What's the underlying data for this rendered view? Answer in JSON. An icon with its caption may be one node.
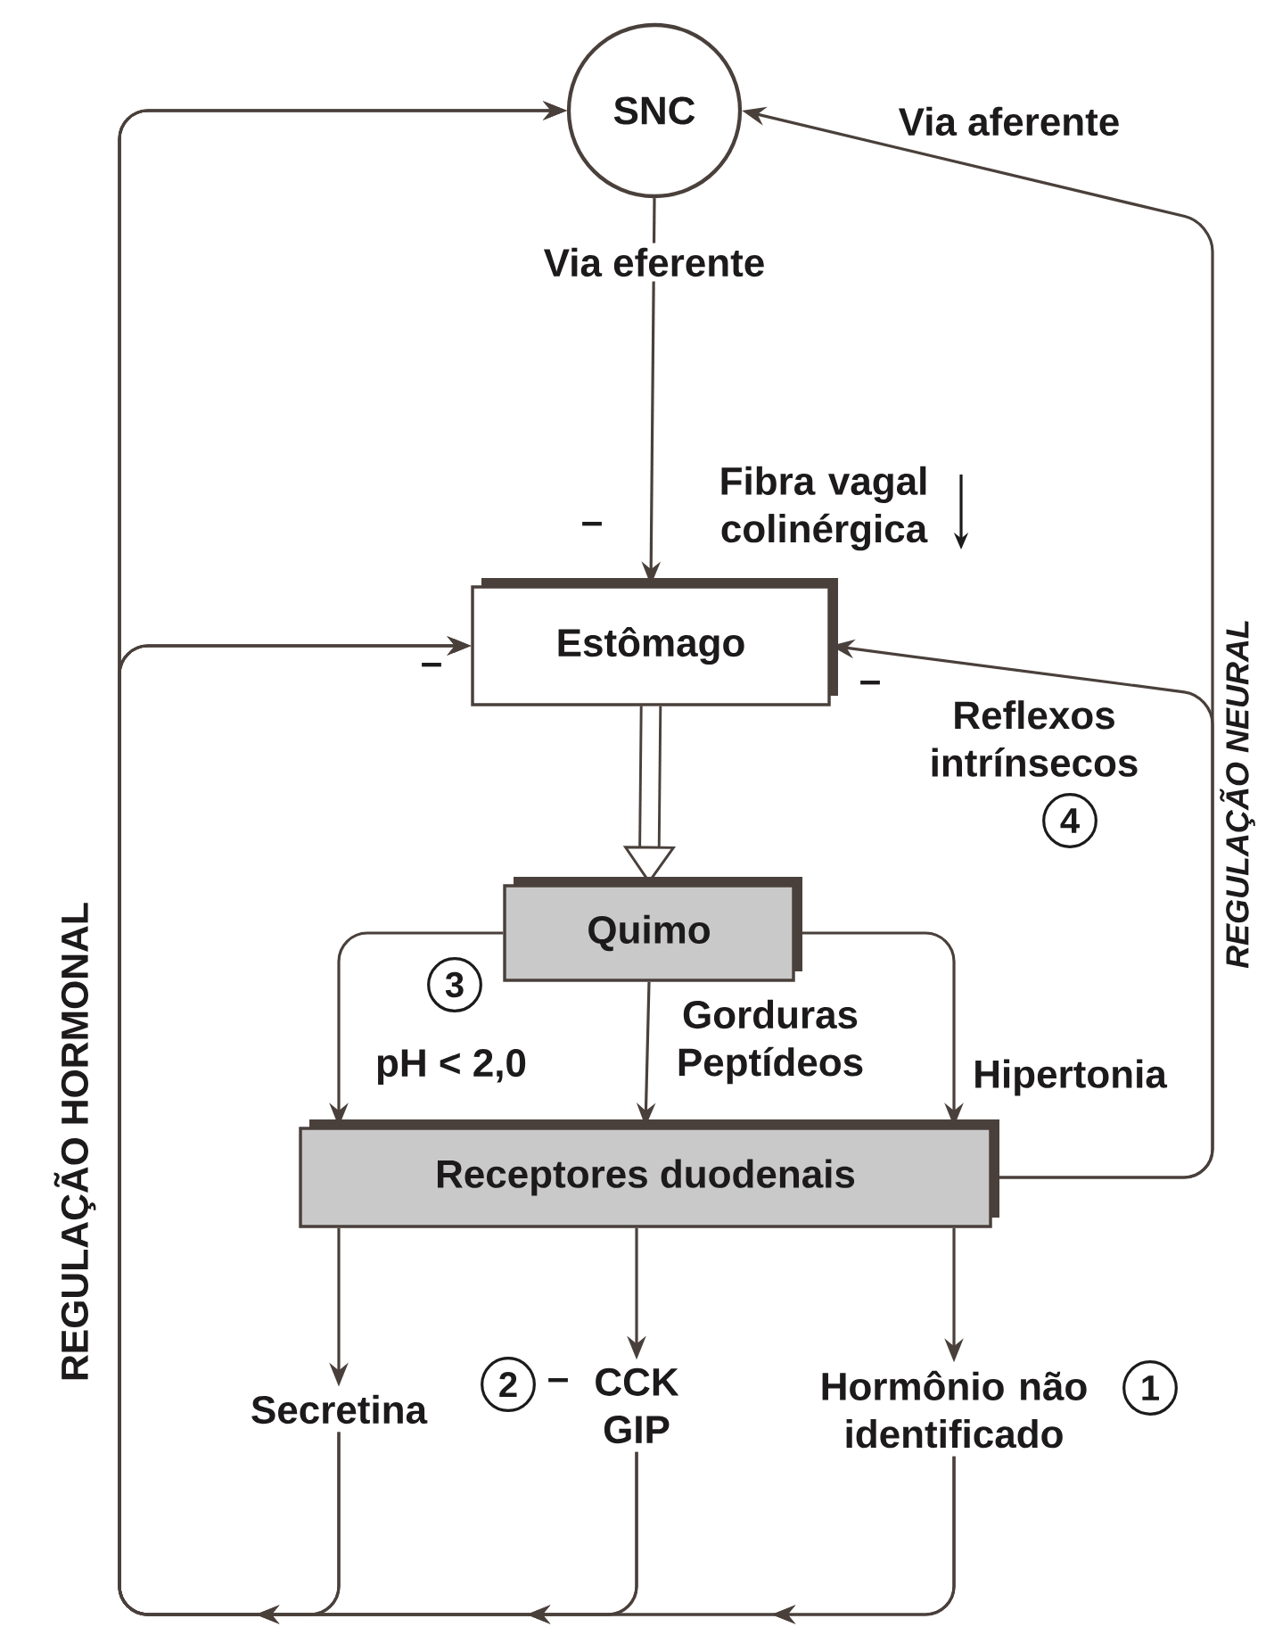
{
  "diagram": {
    "nodes": [
      {
        "text": [
          "SNC"
        ]
      },
      {
        "text": [
          "Estômago"
        ]
      },
      {
        "text": [
          "Quimo"
        ]
      },
      {
        "text": [
          "Receptores duodenais"
        ]
      },
      {
        "text": [
          "Secretina"
        ]
      },
      {
        "text": [
          "CCK GIP"
        ]
      },
      {
        "text": [
          "Hormônio não identificado"
        ]
      }
    ],
    "edges": [
      {
        "from": 0,
        "to": 1,
        "arrow": "to",
        "label": "Via eferente"
      },
      {
        "from": 1,
        "to": 2,
        "arrow": "to",
        "style": "thick"
      },
      {
        "from": 2,
        "to": 3,
        "arrow": "to",
        "label": "pH < 2,0"
      },
      {
        "from": 2,
        "to": 3,
        "arrow": "to",
        "label": "Gorduras Peptídeos"
      },
      {
        "from": 2,
        "to": 3,
        "arrow": "to",
        "label": "Hipertonia"
      },
      {
        "from": 3,
        "to": 4,
        "arrow": "to"
      },
      {
        "from": 3,
        "to": 5,
        "arrow": "to"
      },
      {
        "from": 3,
        "to": 6,
        "arrow": "to"
      },
      {
        "from": 3,
        "to": 0,
        "arrow": "to",
        "label": "Via aferente"
      },
      {
        "from": 3,
        "to": 1,
        "arrow": "to",
        "label": "Reflexos intrínsecos"
      },
      {
        "from": 4,
        "to": 0,
        "arrow": "to"
      },
      {
        "from": 4,
        "to": 1,
        "arrow": "to"
      },
      {
        "from": 5,
        "to": 0,
        "arrow": "to"
      },
      {
        "from": 5,
        "to": 1,
        "arrow": "to"
      },
      {
        "from": 6,
        "to": 0,
        "arrow": "to"
      },
      {
        "from": 6,
        "to": 1,
        "arrow": "to"
      }
    ],
    "labels": [
      "Fibra vagal colinérgica",
      "–",
      "–",
      "–",
      "4",
      "3",
      "REGULAÇÃO HORMONAL",
      "REGULAÇÃO NEURAL",
      "2",
      "–",
      "1"
    ]
  }
}
